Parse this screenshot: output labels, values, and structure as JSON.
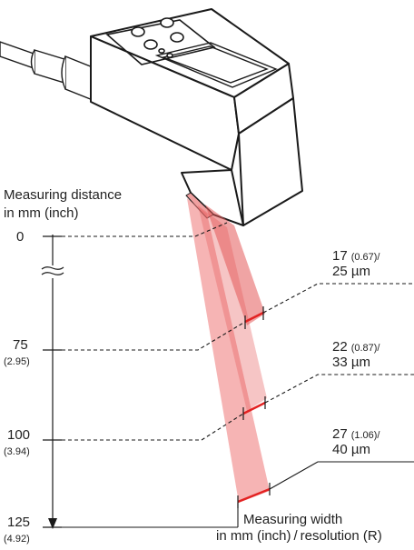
{
  "diagram": {
    "axis_title_line1": "Measuring distance",
    "axis_title_line2": "in mm (inch)",
    "distances": [
      {
        "mm": "0",
        "inch": ""
      },
      {
        "mm": "75",
        "inch": "(2.95)"
      },
      {
        "mm": "100",
        "inch": "(3.94)"
      },
      {
        "mm": "125",
        "inch": "(4.92)"
      }
    ],
    "widths": [
      {
        "mm": "17",
        "inch": "(0.67)/",
        "resolution": "25 µm"
      },
      {
        "mm": "22",
        "inch": "(0.87)/",
        "resolution": "33 µm"
      },
      {
        "mm": "27",
        "inch": "(1.06)/",
        "resolution": "40 µm"
      }
    ],
    "width_title_line1": "Measuring width",
    "width_title_line2": "in mm (inch) / resolution (R)",
    "colors": {
      "beam": "#ef7777",
      "beam_dark": "#e45a5a",
      "laser_line": "#e32222",
      "housing_fill": "#ffffff",
      "housing_stroke": "#1a1a1a"
    }
  }
}
